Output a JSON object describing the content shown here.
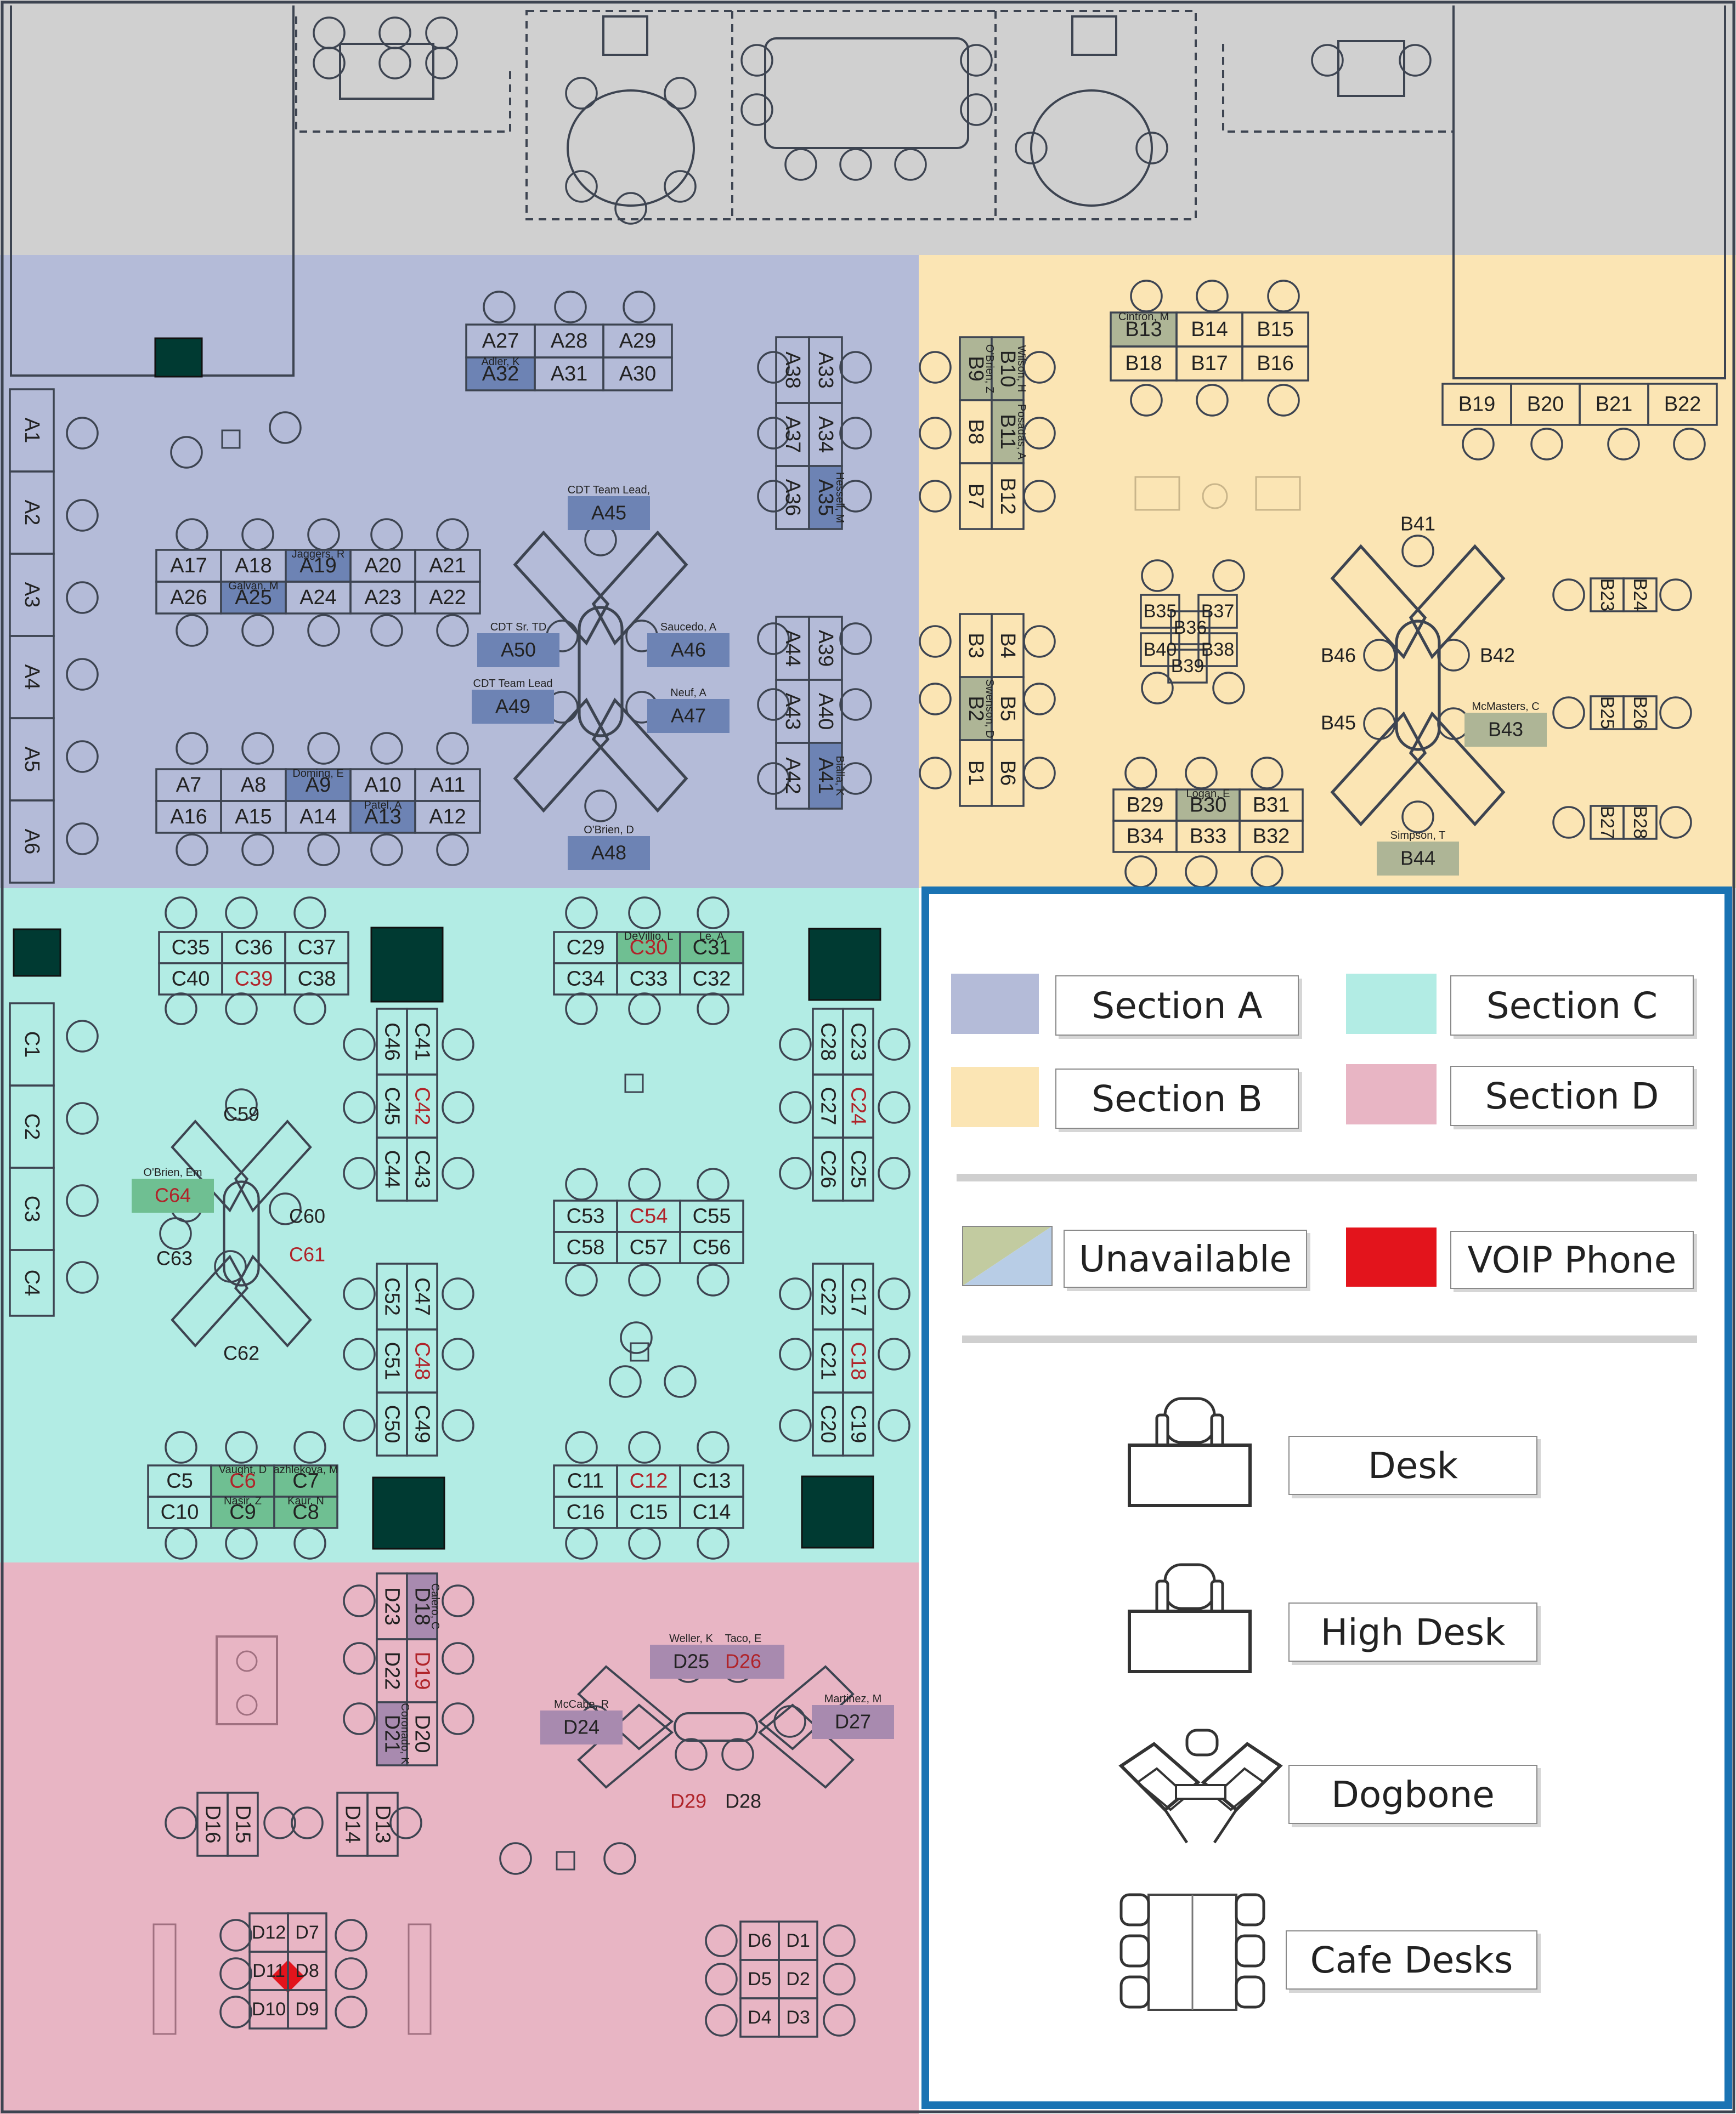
{
  "floorplan": {
    "section_colors": {
      "top": "#d0d0d0",
      "A": "#b4bbd8",
      "B": "#fbe5b4",
      "C": "#b2ece4",
      "D": "#e8b5c4",
      "unavailable_a": "#6d83b4",
      "unavailable_b": "#aeb596",
      "unavailable_c": "#6fbf92",
      "unavailable_d": "#a88aaf",
      "voip": "#e3141c",
      "pillar": "#003a32",
      "outline": "#3d4451",
      "legend_border": "#1a73b3"
    },
    "desks": [
      {
        "label": "A1",
        "note": ""
      },
      {
        "label": "A2",
        "note": ""
      },
      {
        "label": "A3",
        "note": ""
      },
      {
        "label": "A4",
        "note": ""
      },
      {
        "label": "A5",
        "note": ""
      },
      {
        "label": "A6",
        "note": ""
      },
      {
        "label": "A7",
        "note": ""
      },
      {
        "label": "A8",
        "note": ""
      },
      {
        "label": "A9",
        "note": "Doming, E"
      },
      {
        "label": "A10",
        "note": ""
      },
      {
        "label": "A11",
        "note": ""
      },
      {
        "label": "A12",
        "note": ""
      },
      {
        "label": "A13",
        "note": "Patel, A"
      },
      {
        "label": "A14",
        "note": ""
      },
      {
        "label": "A15",
        "note": ""
      },
      {
        "label": "A16",
        "note": ""
      },
      {
        "label": "A17",
        "note": ""
      },
      {
        "label": "A18",
        "note": ""
      },
      {
        "label": "A19",
        "note": "Jaggers, R"
      },
      {
        "label": "A20",
        "note": ""
      },
      {
        "label": "A21",
        "note": ""
      },
      {
        "label": "A22",
        "note": ""
      },
      {
        "label": "A23",
        "note": ""
      },
      {
        "label": "A24",
        "note": ""
      },
      {
        "label": "A25",
        "note": "Galvan, M"
      },
      {
        "label": "A26",
        "note": ""
      },
      {
        "label": "A27",
        "note": ""
      },
      {
        "label": "A28",
        "note": ""
      },
      {
        "label": "A29",
        "note": ""
      },
      {
        "label": "A30",
        "note": ""
      },
      {
        "label": "A31",
        "note": ""
      },
      {
        "label": "A32",
        "note": "Adler, K"
      },
      {
        "label": "A33",
        "note": ""
      },
      {
        "label": "A34",
        "note": ""
      },
      {
        "label": "A35",
        "note": "Hessell, M"
      },
      {
        "label": "A36",
        "note": ""
      },
      {
        "label": "A37",
        "note": ""
      },
      {
        "label": "A38",
        "note": ""
      },
      {
        "label": "A39",
        "note": ""
      },
      {
        "label": "A40",
        "note": ""
      },
      {
        "label": "A41",
        "note": "Bialla, K"
      },
      {
        "label": "A42",
        "note": ""
      },
      {
        "label": "A43",
        "note": ""
      },
      {
        "label": "A44",
        "note": ""
      },
      {
        "label": "A45",
        "note": "CDT Team Lead,"
      },
      {
        "label": "A46",
        "note": "Saucedo, A"
      },
      {
        "label": "A47",
        "note": "Neuf, A"
      },
      {
        "label": "A48",
        "note": "O'Brien, D"
      },
      {
        "label": "A49",
        "note": "CDT Team Lead"
      },
      {
        "label": "A50",
        "note": "CDT Sr. TD"
      },
      {
        "label": "B1",
        "note": ""
      },
      {
        "label": "B2",
        "note": "Swenson, D"
      },
      {
        "label": "B3",
        "note": ""
      },
      {
        "label": "B4",
        "note": ""
      },
      {
        "label": "B5",
        "note": ""
      },
      {
        "label": "B6",
        "note": ""
      },
      {
        "label": "B7",
        "note": ""
      },
      {
        "label": "B8",
        "note": ""
      },
      {
        "label": "B9",
        "note": "O'Brien, Z"
      },
      {
        "label": "B10",
        "note": "Wilson, H"
      },
      {
        "label": "B11",
        "note": "Posadas, A"
      },
      {
        "label": "B12",
        "note": ""
      },
      {
        "label": "B13",
        "note": "Cintron, M"
      },
      {
        "label": "B14",
        "note": ""
      },
      {
        "label": "B15",
        "note": ""
      },
      {
        "label": "B16",
        "note": ""
      },
      {
        "label": "B17",
        "note": ""
      },
      {
        "label": "B18",
        "note": ""
      },
      {
        "label": "B19",
        "note": ""
      },
      {
        "label": "B20",
        "note": ""
      },
      {
        "label": "B21",
        "note": ""
      },
      {
        "label": "B22",
        "note": ""
      },
      {
        "label": "B23",
        "note": ""
      },
      {
        "label": "B24",
        "note": ""
      },
      {
        "label": "B25",
        "note": ""
      },
      {
        "label": "B26",
        "note": ""
      },
      {
        "label": "B27",
        "note": ""
      },
      {
        "label": "B28",
        "note": ""
      },
      {
        "label": "B29",
        "note": ""
      },
      {
        "label": "B30",
        "note": "Logan, E"
      },
      {
        "label": "B31",
        "note": ""
      },
      {
        "label": "B32",
        "note": ""
      },
      {
        "label": "B33",
        "note": ""
      },
      {
        "label": "B34",
        "note": ""
      },
      {
        "label": "B35",
        "note": ""
      },
      {
        "label": "B36",
        "note": ""
      },
      {
        "label": "B37",
        "note": ""
      },
      {
        "label": "B38",
        "note": ""
      },
      {
        "label": "B39",
        "note": ""
      },
      {
        "label": "B40",
        "note": ""
      },
      {
        "label": "B41",
        "note": ""
      },
      {
        "label": "B42",
        "note": ""
      },
      {
        "label": "B43",
        "note": "McMasters, C"
      },
      {
        "label": "B44",
        "note": "Simpson, T"
      },
      {
        "label": "B45",
        "note": ""
      },
      {
        "label": "B46",
        "note": ""
      },
      {
        "label": "C1",
        "note": ""
      },
      {
        "label": "C2",
        "note": ""
      },
      {
        "label": "C3",
        "note": ""
      },
      {
        "label": "C4",
        "note": ""
      },
      {
        "label": "C5",
        "note": ""
      },
      {
        "label": "C6",
        "note": "Vaught, D"
      },
      {
        "label": "C7",
        "note": "azhlekova, M"
      },
      {
        "label": "C8",
        "note": "Kaur, N"
      },
      {
        "label": "C9",
        "note": "Nasir, Z"
      },
      {
        "label": "C10",
        "note": ""
      },
      {
        "label": "C11",
        "note": ""
      },
      {
        "label": "C12",
        "note": ""
      },
      {
        "label": "C13",
        "note": ""
      },
      {
        "label": "C14",
        "note": ""
      },
      {
        "label": "C15",
        "note": ""
      },
      {
        "label": "C16",
        "note": ""
      },
      {
        "label": "C17",
        "note": ""
      },
      {
        "label": "C18",
        "note": ""
      },
      {
        "label": "C19",
        "note": ""
      },
      {
        "label": "C20",
        "note": ""
      },
      {
        "label": "C21",
        "note": ""
      },
      {
        "label": "C22",
        "note": ""
      },
      {
        "label": "C23",
        "note": ""
      },
      {
        "label": "C24",
        "note": ""
      },
      {
        "label": "C25",
        "note": ""
      },
      {
        "label": "C26",
        "note": ""
      },
      {
        "label": "C27",
        "note": ""
      },
      {
        "label": "C28",
        "note": ""
      },
      {
        "label": "C29",
        "note": ""
      },
      {
        "label": "C30",
        "note": "DeVillio, L"
      },
      {
        "label": "C31",
        "note": "Le, A"
      },
      {
        "label": "C32",
        "note": ""
      },
      {
        "label": "C33",
        "note": ""
      },
      {
        "label": "C34",
        "note": ""
      },
      {
        "label": "C35",
        "note": ""
      },
      {
        "label": "C36",
        "note": ""
      },
      {
        "label": "C37",
        "note": ""
      },
      {
        "label": "C38",
        "note": ""
      },
      {
        "label": "C39",
        "note": ""
      },
      {
        "label": "C40",
        "note": ""
      },
      {
        "label": "C41",
        "note": ""
      },
      {
        "label": "C42",
        "note": ""
      },
      {
        "label": "C43",
        "note": ""
      },
      {
        "label": "C44",
        "note": ""
      },
      {
        "label": "C45",
        "note": ""
      },
      {
        "label": "C46",
        "note": ""
      },
      {
        "label": "C47",
        "note": ""
      },
      {
        "label": "C48",
        "note": ""
      },
      {
        "label": "C49",
        "note": ""
      },
      {
        "label": "C50",
        "note": ""
      },
      {
        "label": "C51",
        "note": ""
      },
      {
        "label": "C52",
        "note": ""
      },
      {
        "label": "C53",
        "note": ""
      },
      {
        "label": "C54",
        "note": ""
      },
      {
        "label": "C55",
        "note": ""
      },
      {
        "label": "C56",
        "note": ""
      },
      {
        "label": "C57",
        "note": ""
      },
      {
        "label": "C58",
        "note": ""
      },
      {
        "label": "C59",
        "note": ""
      },
      {
        "label": "C60",
        "note": ""
      },
      {
        "label": "C61",
        "note": ""
      },
      {
        "label": "C62",
        "note": ""
      },
      {
        "label": "C63",
        "note": ""
      },
      {
        "label": "C64",
        "note": "O'Brien, Em"
      },
      {
        "label": "D1",
        "note": ""
      },
      {
        "label": "D2",
        "note": ""
      },
      {
        "label": "D3",
        "note": ""
      },
      {
        "label": "D4",
        "note": ""
      },
      {
        "label": "D5",
        "note": ""
      },
      {
        "label": "D6",
        "note": ""
      },
      {
        "label": "D7",
        "note": ""
      },
      {
        "label": "D8",
        "note": ""
      },
      {
        "label": "D9",
        "note": ""
      },
      {
        "label": "D10",
        "note": ""
      },
      {
        "label": "D11",
        "note": ""
      },
      {
        "label": "D12",
        "note": ""
      },
      {
        "label": "D13",
        "note": ""
      },
      {
        "label": "D14",
        "note": ""
      },
      {
        "label": "D15",
        "note": ""
      },
      {
        "label": "D16",
        "note": ""
      },
      {
        "label": "D18",
        "note": "Calero, C"
      },
      {
        "label": "D19",
        "note": ""
      },
      {
        "label": "D20",
        "note": ""
      },
      {
        "label": "D21",
        "note": "Coronado, K"
      },
      {
        "label": "D22",
        "note": ""
      },
      {
        "label": "D23",
        "note": ""
      },
      {
        "label": "D24",
        "note": "McCabe, R"
      },
      {
        "label": "D25",
        "note": "Weller, K"
      },
      {
        "label": "D26",
        "note": "Taco, E"
      },
      {
        "label": "D27",
        "note": "Martinez, M"
      },
      {
        "label": "D28",
        "note": ""
      },
      {
        "label": "D29",
        "note": ""
      }
    ]
  },
  "legend": {
    "section_a": "Section A",
    "section_b": "Section B",
    "section_c": "Section C",
    "section_d": "Section D",
    "unavailable": "Unavailable",
    "voip_phone": "VOIP Phone",
    "desk": "Desk",
    "high_desk": "High Desk",
    "dogbone": "Dogbone",
    "cafe_desks": "Cafe Desks"
  }
}
